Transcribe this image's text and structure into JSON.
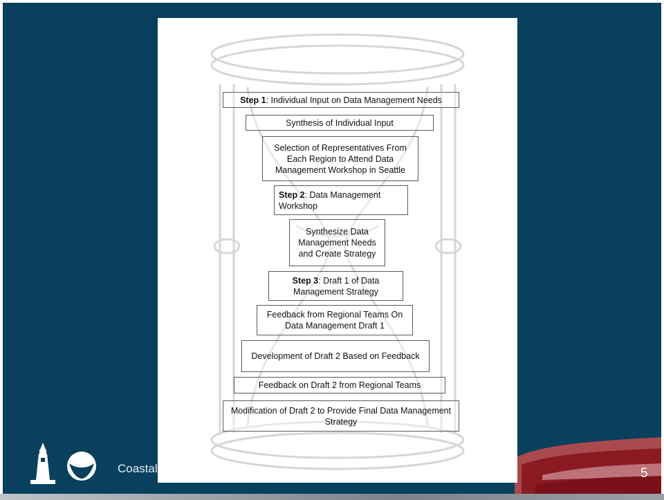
{
  "footer": {
    "text": "Coastal",
    "slide_number": "5"
  },
  "colors": {
    "slide_background": "#08405e",
    "accent_red": "#8b1a22",
    "panel": "#ffffff"
  },
  "icons": [
    "lighthouse-logo-icon",
    "noaa-bird-logo-icon"
  ],
  "diagram": {
    "step1": {
      "bold": "Step 1",
      "rest": ": Individual Input on Data Management Needs"
    },
    "synthesis": "Synthesis of Individual Input",
    "selection": "Selection of Representatives From Each Region to Attend Data Management Workshop in Seattle",
    "step2": {
      "bold": "Step 2",
      "rest": ": Data Management Workshop"
    },
    "synthesize": "Synthesize Data Management Needs and Create Strategy",
    "step3": {
      "bold": "Step 3",
      "rest": ": Draft 1 of Data Management Strategy"
    },
    "feedback_regional": "Feedback from Regional Teams On Data Management Draft 1",
    "development": "Development of Draft 2 Based on Feedback",
    "feedback_draft2": "Feedback on Draft 2 from Regional Teams",
    "modification": "Modification of Draft 2 to Provide Final Data Management Strategy"
  }
}
